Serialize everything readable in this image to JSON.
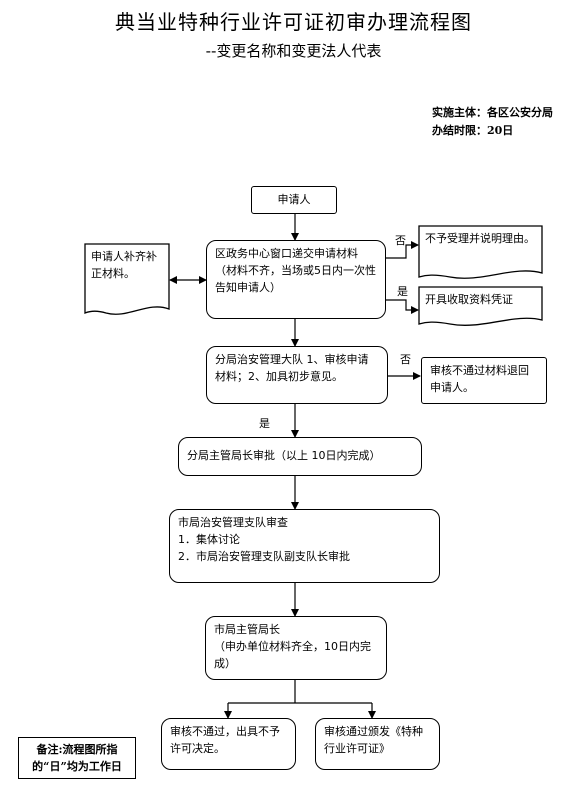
{
  "header": {
    "title": "典当业特种行业许可证初审办理流程图",
    "subtitle": "--变更名称和变更法人代表"
  },
  "info": {
    "line1": "实施主体：各区公安分局",
    "line2": "办结时限：20日"
  },
  "nodes": {
    "applicant": "申请人",
    "supplement": "申请人补齐补正材料。",
    "window": "区政务中心窗口递交申请材料（材料不齐，当场或5日内一次性告知申请人）",
    "reject_explain": "不予受理并说明理由。",
    "receipt": "开具收取资料凭证",
    "brigade": "分局治安管理大队 1、审核申请材料；2、加具初步意见。",
    "return": "审核不通过材料退回申请人。",
    "director": "分局主管局长审批（以上 10日内完成）",
    "detachment_title": "市局治安管理支队审查",
    "detachment_item1": "1．集体讨论",
    "detachment_item2": "2．市局治安管理支队副支队长审批",
    "city_director_title": "市局主管局长",
    "city_director_note": "（申办单位材料齐全，10日内完成）",
    "deny": "审核不通过，出具不予许可决定。",
    "issue": "审核通过颁发《特种行业许可证》"
  },
  "labels": {
    "no1": "否",
    "yes1": "是",
    "no2": "否",
    "yes2": "是"
  },
  "note": {
    "text": "备注:流程图所指的“日”均为工作日"
  }
}
